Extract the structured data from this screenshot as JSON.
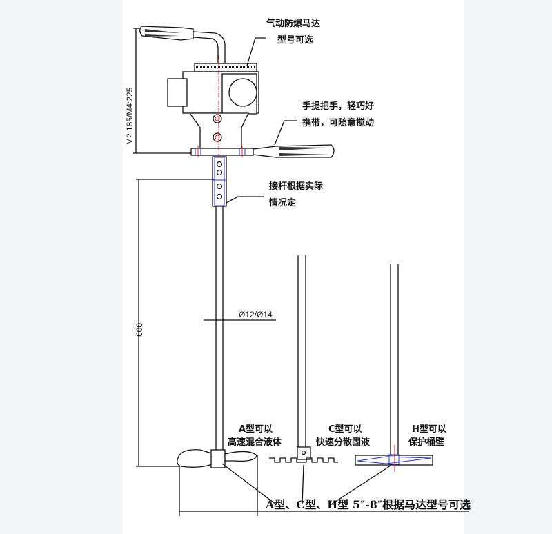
{
  "annotations": {
    "motor_line1": "气动防爆马达",
    "motor_line2": "型号可选",
    "handle_line1": "手提把手，轻巧好",
    "handle_line2": "携带，可随意搅动",
    "rod_line1": "接杆根据实际",
    "rod_line2": "情况定",
    "a_type_line1": "A型可以",
    "a_type_line2": "高速混合液体",
    "c_type_line1": "C型可以",
    "c_type_line2": "快速分散固液",
    "h_type_line1": "H型可以",
    "h_type_line2": "保护桶壁",
    "impeller_note": "A型、C型、H型 5″-8″根据马达型号可选"
  },
  "dimensions": {
    "height": "M2:185/M4:225",
    "shaft_length": "600",
    "shaft_diameter": "Ø12/Ø14"
  },
  "colors": {
    "line": "#111111",
    "centerline": "#e02020",
    "hidden": "#2030d0"
  }
}
